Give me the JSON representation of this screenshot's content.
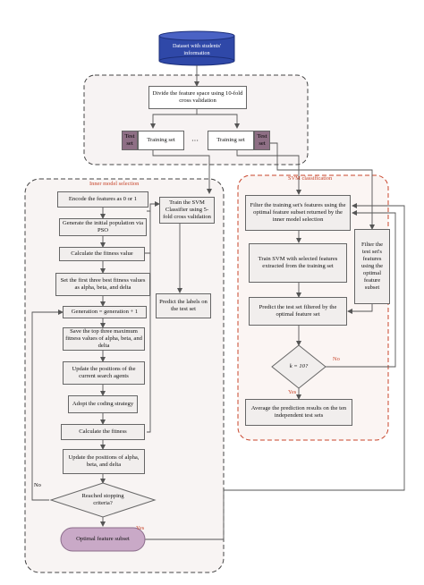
{
  "dataset": "Dataset with students' information",
  "cross_validation": "Divide the feature space using 10-fold cross validation",
  "test_set": "Test set",
  "training_set": "Training set",
  "ellipsis": "···",
  "inner": {
    "title": "Inner model selection",
    "encode": "Encode the features as 0 or 1",
    "init_pop": "Generate the initial population via PSO",
    "calc_fitness": "Calculate the fitness value",
    "set_best": "Set the first three best fitness values as alpha, beta, and delta",
    "generation": "Generation = generation + 1",
    "save_top": "Save the top three maximum fitness values of alpha, beta, and delta",
    "update_agents": "Update the positions of the current search agents",
    "adopt_coding": "Adopt the coding strategy",
    "calc_fitness2": "Calculate the fitness",
    "update_abd": "Update the positions of alpha, beta, and delta",
    "stopping": "Reached stopping criteria?",
    "optimal": "Optimal feature subset",
    "train_svm": "Train the SVM Classifier using 5-fold cross validation",
    "predict_labels": "Predict the labels on the test set"
  },
  "svm": {
    "title": "SVM classification",
    "filter_train": "Filter the training set's features using the optimal feature subset returned by the inner model selection",
    "train_svm": "Train SVM with selected features extracted from the training set",
    "predict": "Predict the test set filtered by the optimal feature set",
    "k_check": "k = 10?",
    "average": "Average the prediction results on the ten independent test sets",
    "filter_test": "Filter the test set's features using the optimal feature subset"
  },
  "labels": {
    "yes": "Yes",
    "no": "No"
  },
  "colors": {
    "db_fill": "#2f48a8",
    "accent": "#c8452b",
    "test_fill": "#8e6f85",
    "optimal_fill": "#c9a9c7"
  }
}
